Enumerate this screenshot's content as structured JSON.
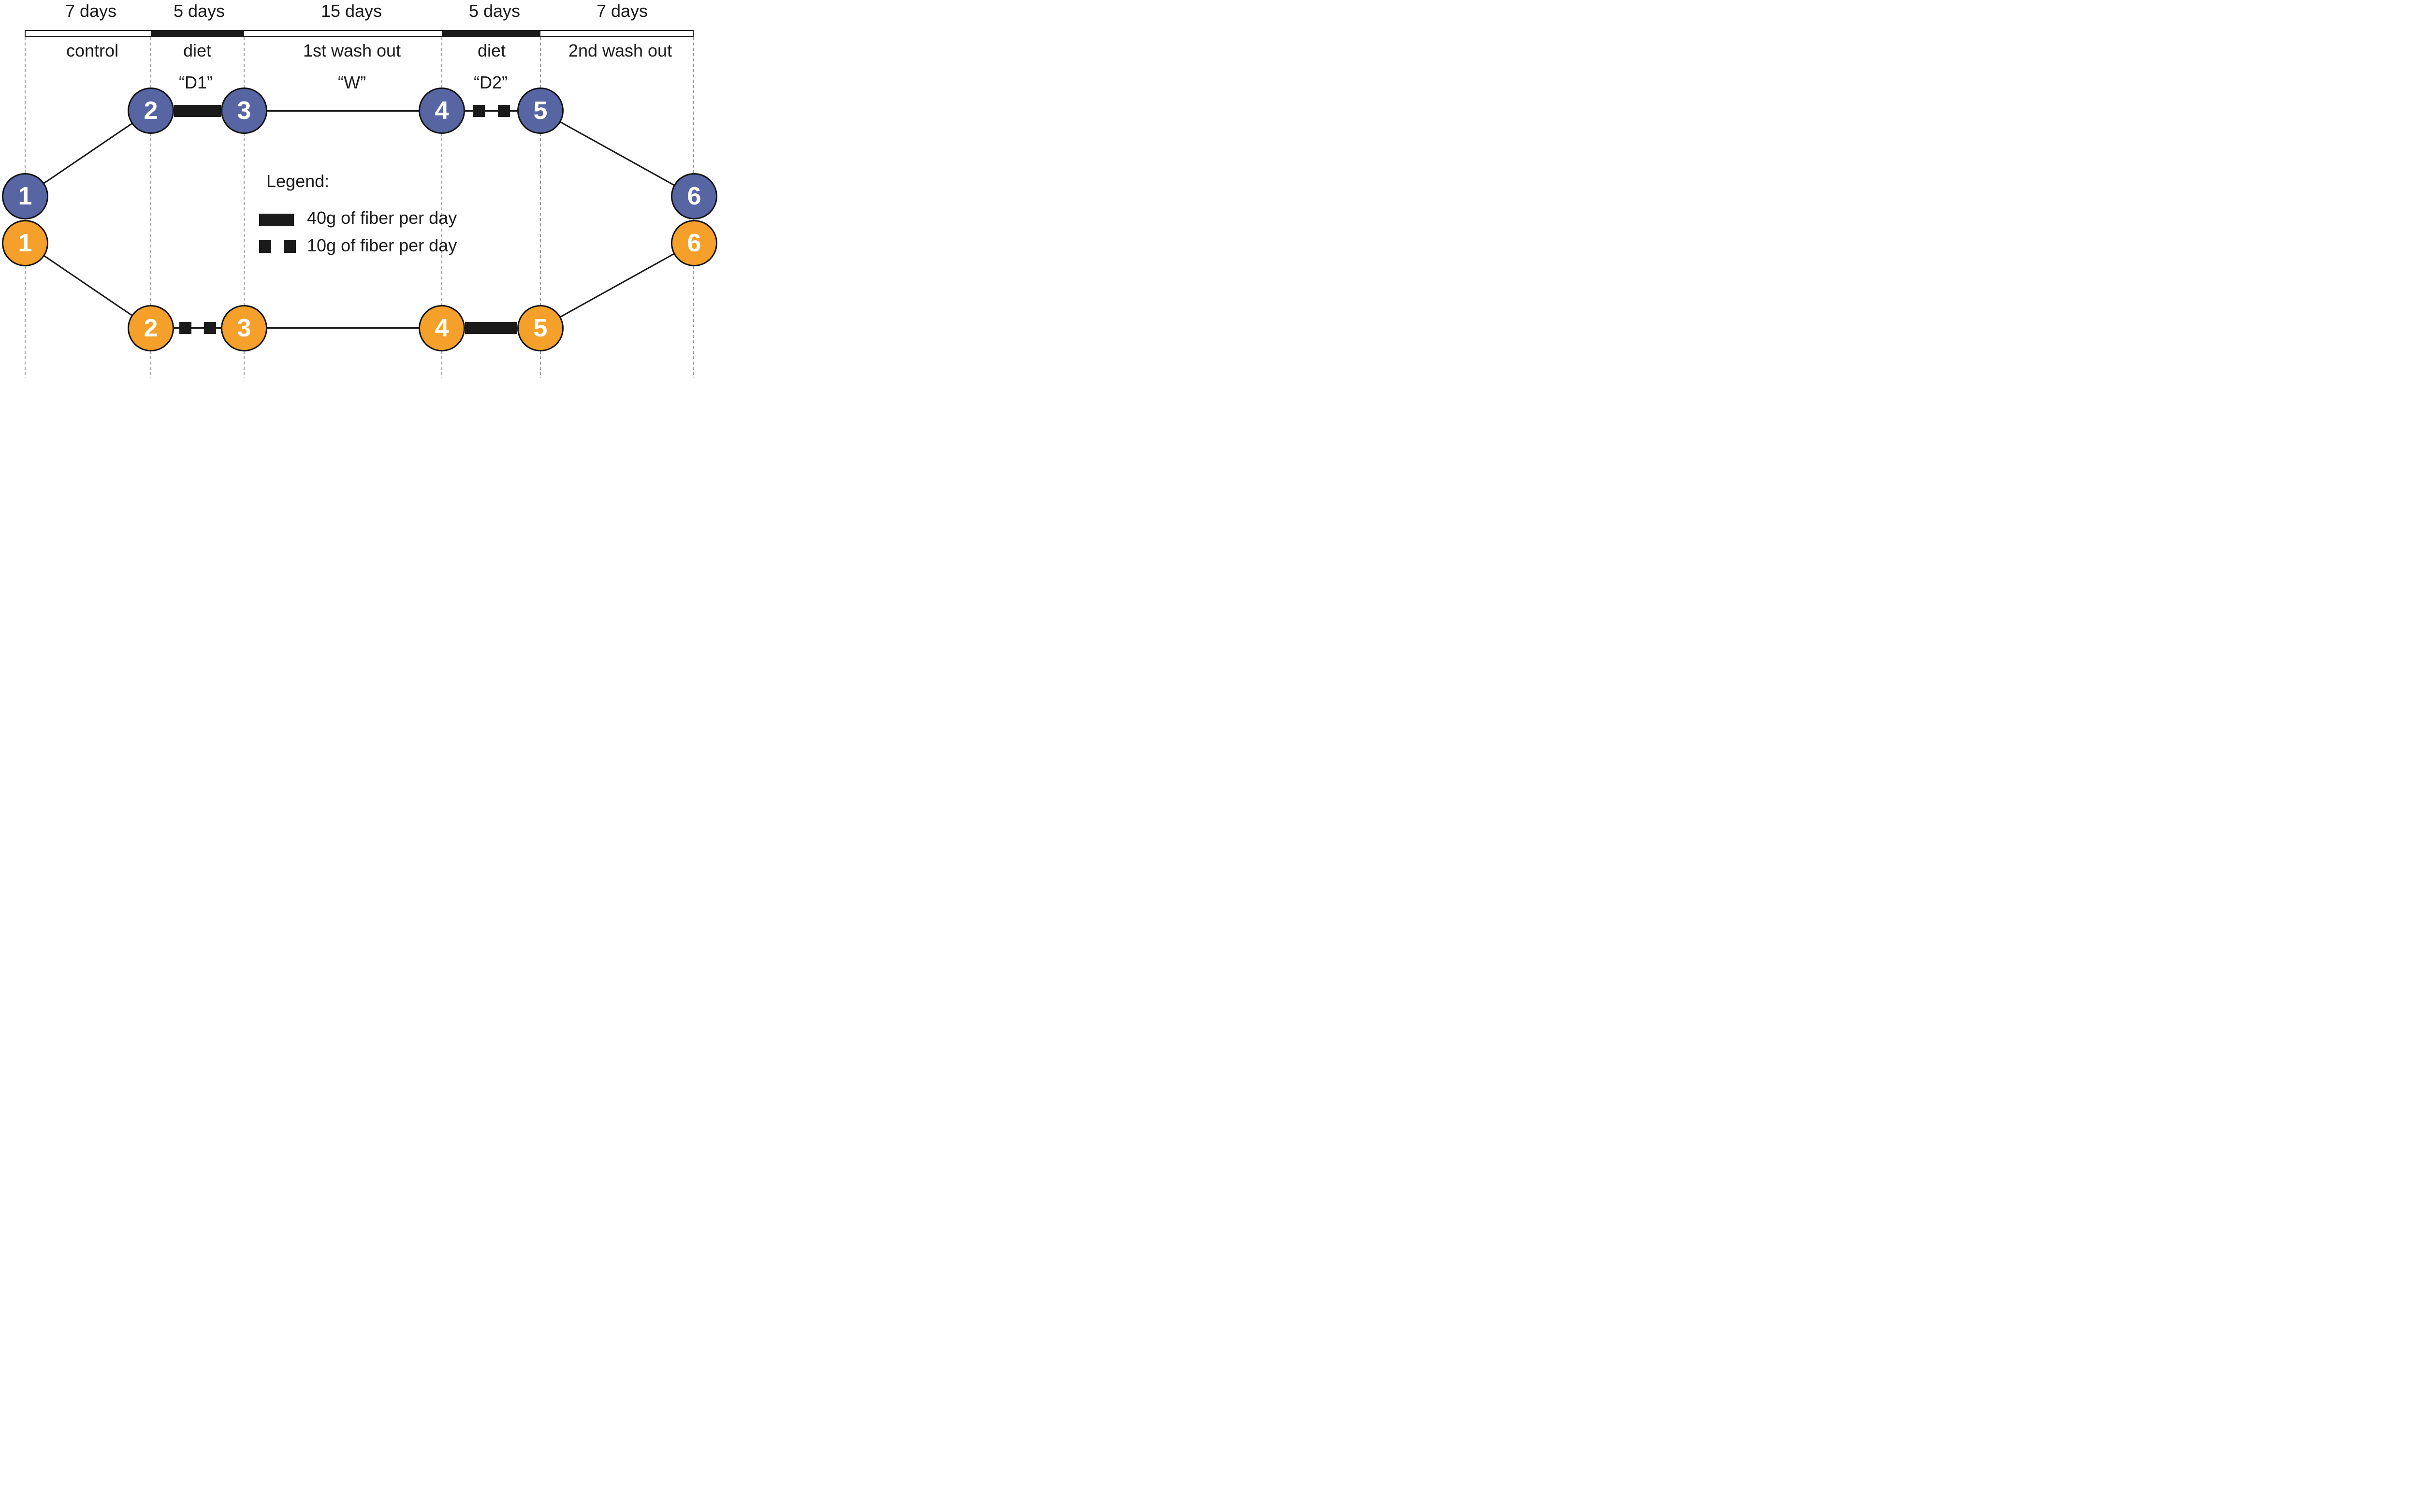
{
  "colors": {
    "arm_top": "#5765A3",
    "arm_bottom": "#F5A02B",
    "line": "#1a1a1a",
    "gridline": "#9a9a9a"
  },
  "timeline": {
    "sections": [
      {
        "duration": "7 days",
        "phase": "control",
        "code": ""
      },
      {
        "duration": "5 days",
        "phase": "diet",
        "code": "“D1”"
      },
      {
        "duration": "15 days",
        "phase": "1st wash out",
        "code": "“W”"
      },
      {
        "duration": "5 days",
        "phase": "diet",
        "code": "“D2”"
      },
      {
        "duration": "7 days",
        "phase": "2nd wash out",
        "code": ""
      }
    ]
  },
  "legend": {
    "title": "Legend:",
    "items": [
      {
        "swatch": "solid-bar",
        "label": "40g of fiber per day"
      },
      {
        "swatch": "dashed-squares",
        "label": "10g of fiber per day"
      }
    ]
  },
  "arms": {
    "blue": {
      "nodes": [
        "1",
        "2",
        "3",
        "4",
        "5",
        "6"
      ]
    },
    "orange": {
      "nodes": [
        "1",
        "2",
        "3",
        "4",
        "5",
        "6"
      ]
    }
  }
}
